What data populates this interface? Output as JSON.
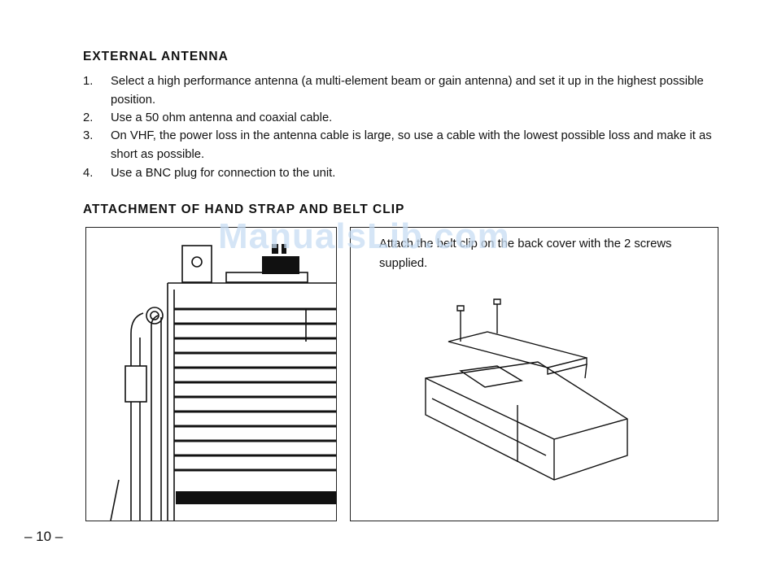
{
  "section1": {
    "heading": "EXTERNAL ANTENNA",
    "items": [
      {
        "num": "1.",
        "text": "Select a high performance antenna (a multi-element beam or gain antenna) and set it up in the highest possible position."
      },
      {
        "num": "2.",
        "text": "Use a 50 ohm antenna and coaxial cable."
      },
      {
        "num": "3.",
        "text": "On VHF, the power loss in the antenna cable is large, so use a cable with the lowest possible loss and make it as short as possible."
      },
      {
        "num": "4.",
        "text": "Use a BNC plug for connection to the unit."
      }
    ]
  },
  "section2": {
    "heading": "ATTACHMENT OF HAND STRAP AND BELT CLIP",
    "right_text": "Attach the belt clip on the back cover with the 2 screws supplied."
  },
  "page_number": "– 10 –",
  "watermark": "ManualsLib.com"
}
